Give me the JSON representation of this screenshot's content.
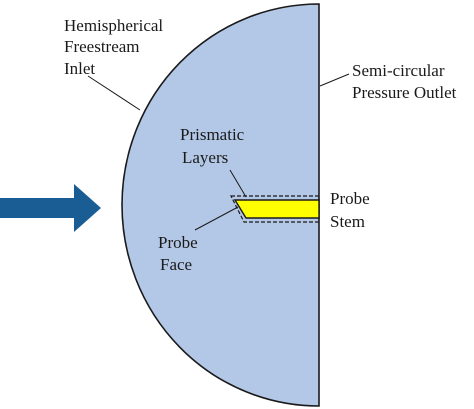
{
  "diagram": {
    "labels": {
      "inlet": [
        "Hemispherical",
        "Freestream",
        "Inlet"
      ],
      "outlet": [
        "Semi-circular",
        "Pressure Outlet"
      ],
      "prismatic": [
        "Prismatic",
        "Layers"
      ],
      "probe_face": [
        "Probe",
        "Face"
      ],
      "probe_stem": [
        "Probe",
        "Stem"
      ]
    },
    "colors": {
      "domain_fill": "#b3c7e6",
      "outline": "#1a1a1a",
      "arrow": "#1a5d94",
      "probe": "#ffff00"
    }
  }
}
